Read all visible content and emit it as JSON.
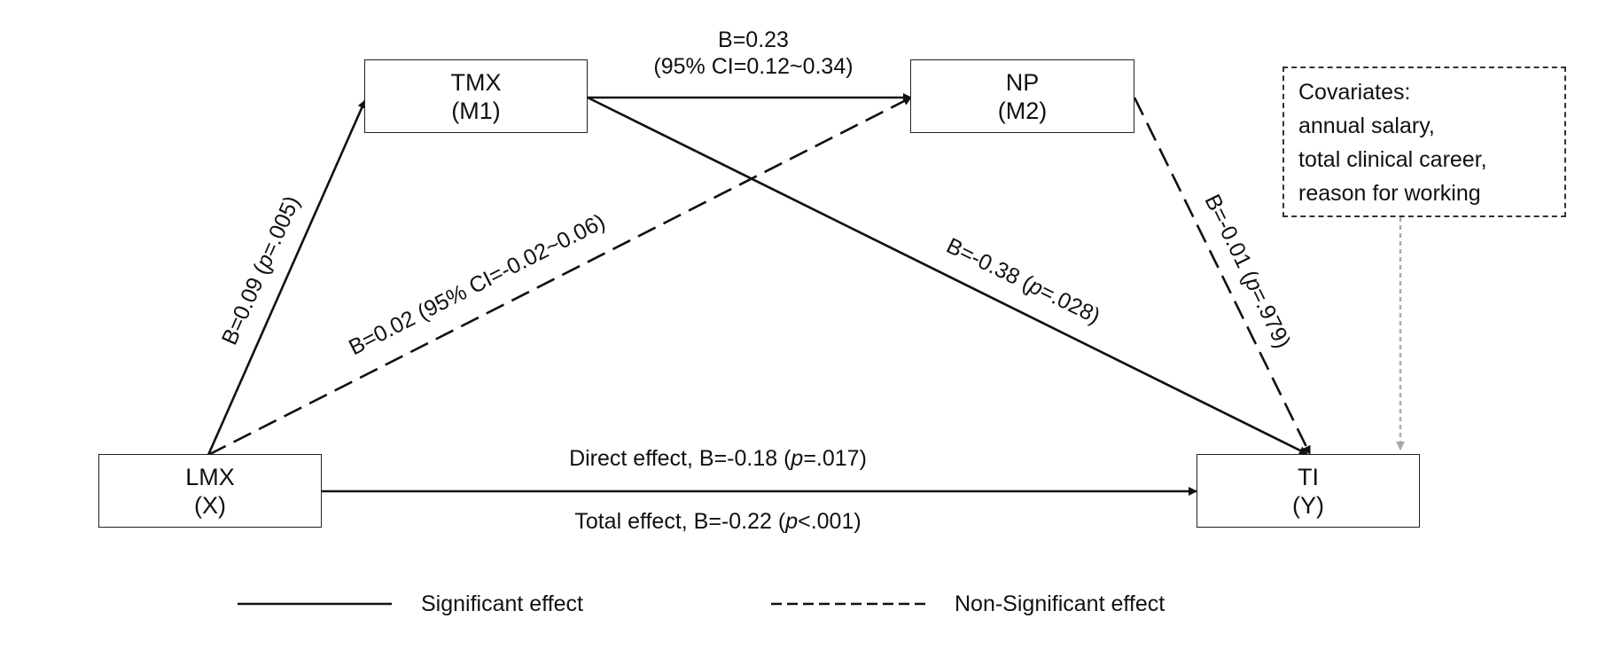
{
  "nodes": {
    "tmx": {
      "name": "TMX",
      "role": "(M1)"
    },
    "np": {
      "name": "NP",
      "role": "(M2)"
    },
    "lmx": {
      "name": "LMX",
      "role": "(X)"
    },
    "ti": {
      "name": "TI",
      "role": "(Y)"
    }
  },
  "paths": {
    "tmx_np": {
      "line1": "B=0.23",
      "line2": "(95% CI=0.12~0.34)"
    },
    "lmx_tmx": {
      "pre": "B=0.09 (",
      "p": "p",
      "post": "=.005)"
    },
    "lmx_np": {
      "text": "B=0.02 (95% CI=-0.02~0.06)"
    },
    "tmx_ti": {
      "pre": "B=-0.38 (",
      "p": "p",
      "post": "=.028)"
    },
    "np_ti": {
      "pre": "B=-0.01 (",
      "p": "p",
      "post": "=.979)"
    },
    "direct": {
      "pre": "Direct effect, B=-0.18 (",
      "p": "p",
      "post": "=.017)"
    },
    "total": {
      "pre": "Total effect, B=-0.22 (",
      "p": "p",
      "post": "<.001)"
    }
  },
  "covariates": {
    "title": "Covariates:",
    "items": [
      "annual salary,",
      "total clinical career,",
      "reason for working"
    ]
  },
  "legend": {
    "significant": "Significant effect",
    "non_significant": "Non-Significant effect"
  },
  "colors": {
    "line": "#111111",
    "covariate_arrow": "#a8a8a8"
  }
}
